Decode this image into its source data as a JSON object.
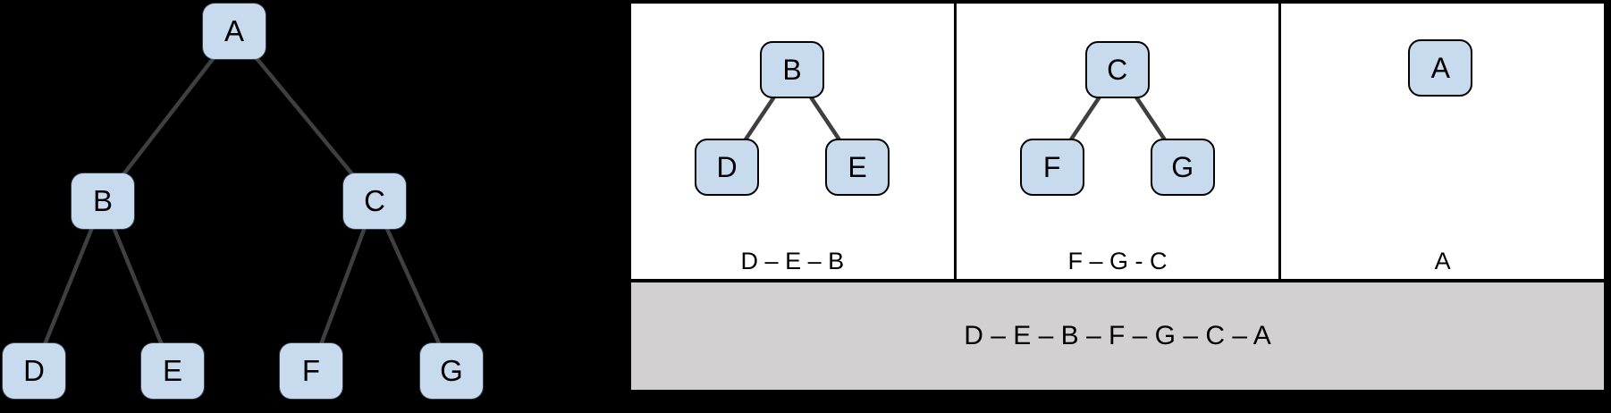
{
  "title": "Binary tree post-order traversal diagram",
  "colors": {
    "background": "#000000",
    "node_fill": "#c8daee",
    "node_border": "#000000",
    "edge_line": "#3f3f3f",
    "panel_background": "#ffffff",
    "panel_border": "#000000",
    "sequence_bar_background": "#d2d0d0",
    "text": "#000000"
  },
  "main_tree": {
    "nodes": [
      {
        "id": "A",
        "label": "A"
      },
      {
        "id": "B",
        "label": "B"
      },
      {
        "id": "C",
        "label": "C"
      },
      {
        "id": "D",
        "label": "D"
      },
      {
        "id": "E",
        "label": "E"
      },
      {
        "id": "F",
        "label": "F"
      },
      {
        "id": "G",
        "label": "G"
      }
    ],
    "edges": [
      [
        "A",
        "B"
      ],
      [
        "A",
        "C"
      ],
      [
        "B",
        "D"
      ],
      [
        "B",
        "E"
      ],
      [
        "C",
        "F"
      ],
      [
        "C",
        "G"
      ]
    ]
  },
  "panels": [
    {
      "label": "D – E – B",
      "tree": {
        "root": "B",
        "left": "D",
        "right": "E"
      }
    },
    {
      "label": "F – G - C",
      "tree": {
        "root": "C",
        "left": "F",
        "right": "G"
      }
    },
    {
      "label": "A",
      "tree": {
        "root": "A"
      }
    }
  ],
  "sequence_bar": {
    "text": "D – E – B – F – G – C – A"
  }
}
